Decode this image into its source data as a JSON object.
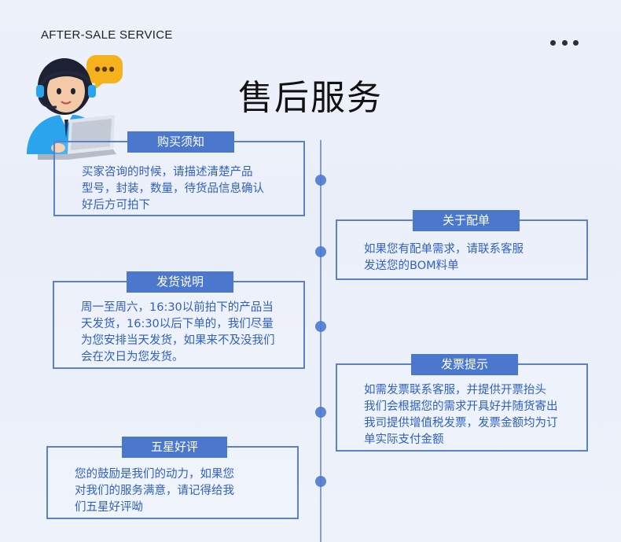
{
  "header": {
    "subtitle": "AFTER-SALE SERVICE",
    "title": "售后服务"
  },
  "cards": [
    {
      "label": "购买须知",
      "text": "买家咨询的时候，请描述清楚产品\n型号，封装，数量，待货品信息确认\n好后方可拍下"
    },
    {
      "label": "关于配单",
      "text": "如果您有配单需求，请联系客服\n发送您的BOM料单"
    },
    {
      "label": "发货说明",
      "text": "周一至周六，16:30以前拍下的产品当\n天发货，16:30以后下单的，我们尽量\n为您安排当天发货，如果来不及没我们\n会在次日为您发货。"
    },
    {
      "label": "发票提示",
      "text": "如需发票联系客服，并提供开票抬头\n我们会根据您的需求开具好并随货寄出\n我司提供增值税发票，发票金额均为订\n单实际支付金额"
    },
    {
      "label": "五星好评",
      "text": "您的鼓励是我们的动力，如果您\n对我们的服务满意，请记得给我\n们五星好评呦"
    }
  ],
  "colors": {
    "accent": "#4b78cd",
    "text": "#2f60c3",
    "border": "#5b81cc",
    "background": "#edf1fa"
  },
  "icons": {
    "avatar": "customer-service-agent-icon",
    "bubble": "chat-bubble-icon",
    "menu": "more-dots-icon"
  }
}
